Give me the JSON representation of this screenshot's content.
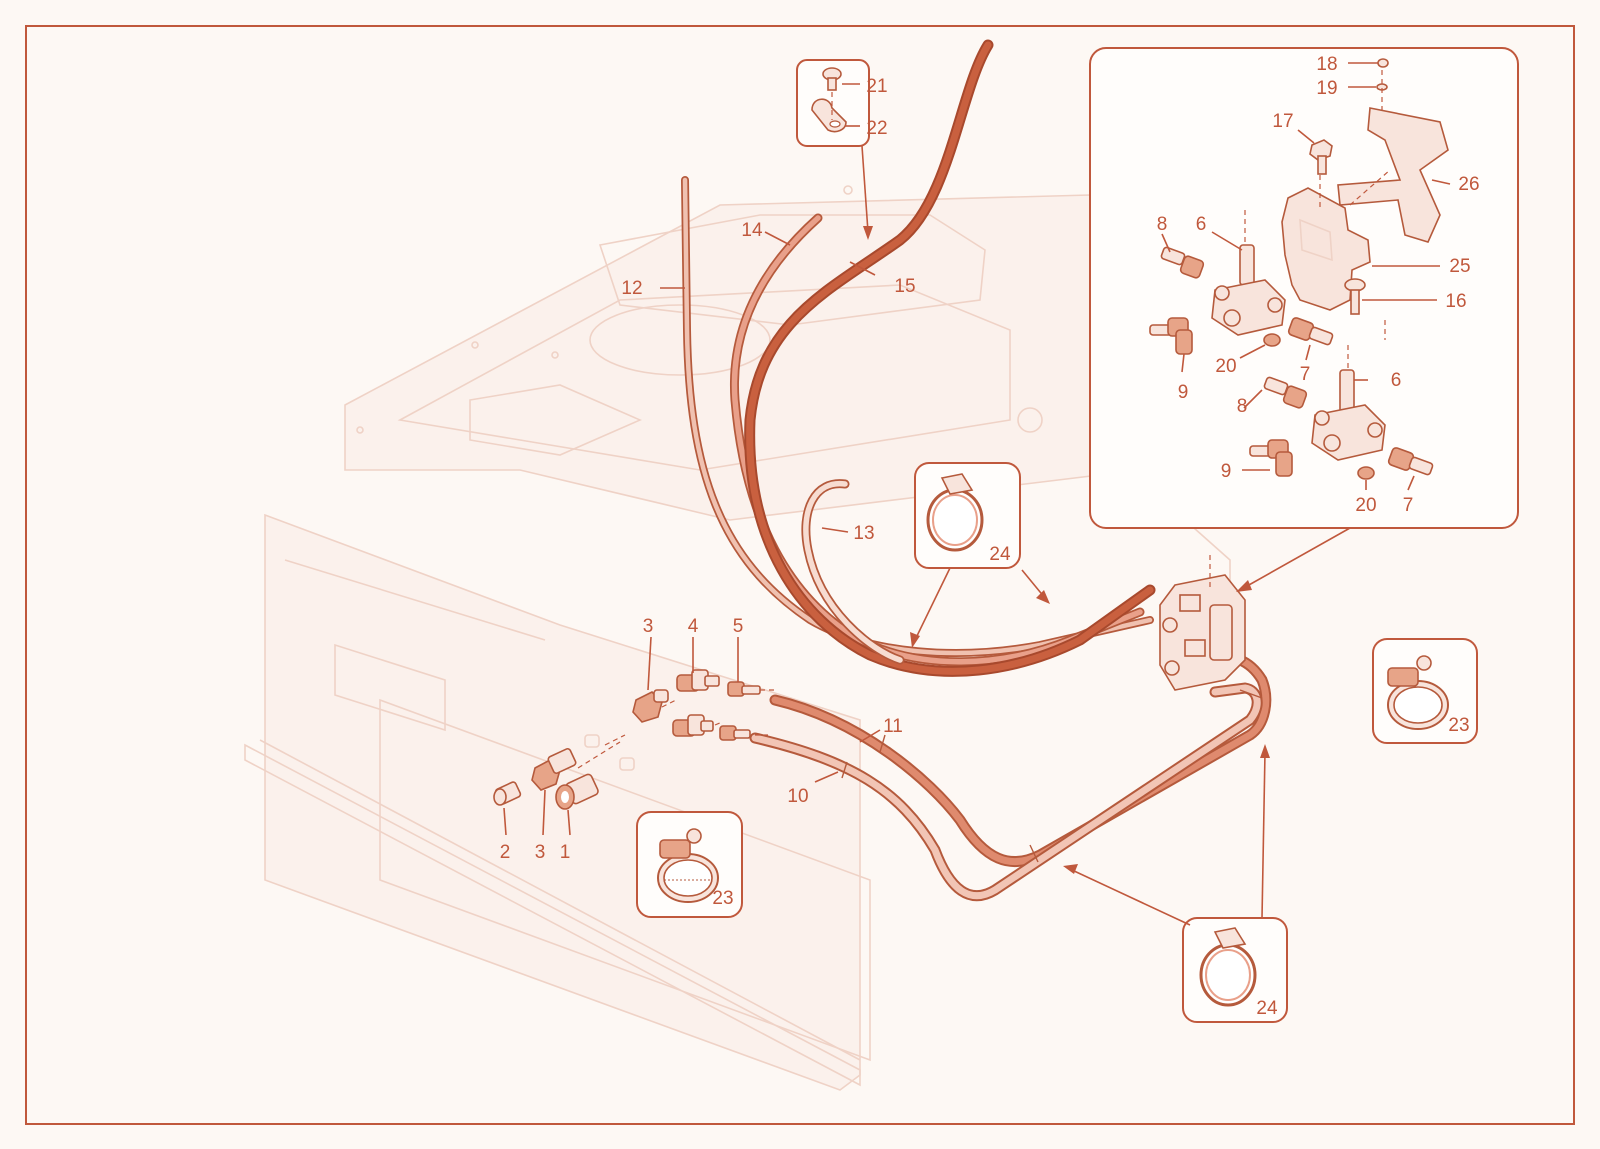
{
  "colors": {
    "background": "#fdf8f4",
    "accent": "#c0583c",
    "hose_dark": "#c25a3a",
    "hose_light": "#e9a08a",
    "ghost_outline": "#efd2c6"
  },
  "callouts": {
    "c1": "1",
    "c2": "2",
    "c3a": "3",
    "c3b": "3",
    "c4": "4",
    "c5": "5",
    "c6a": "6",
    "c6b": "6",
    "c7a": "7",
    "c7b": "7",
    "c8a": "8",
    "c8b": "8",
    "c9a": "9",
    "c9b": "9",
    "c10": "10",
    "c11": "11",
    "c12": "12",
    "c13": "13",
    "c14": "14",
    "c15": "15",
    "c16": "16",
    "c17": "17",
    "c18": "18",
    "c19": "19",
    "c20a": "20",
    "c20b": "20",
    "c21": "21",
    "c22": "22",
    "c23a": "23",
    "c23b": "23",
    "c24a": "24",
    "c24b": "24",
    "c25": "25",
    "c26": "26"
  },
  "icons": {
    "hose_clamp_worm": "worm-drive-hose-clamp-icon",
    "hose_clamp_ear": "ear-hose-clamp-icon",
    "screw": "screw-icon",
    "cable_clip": "cable-clip-icon"
  }
}
